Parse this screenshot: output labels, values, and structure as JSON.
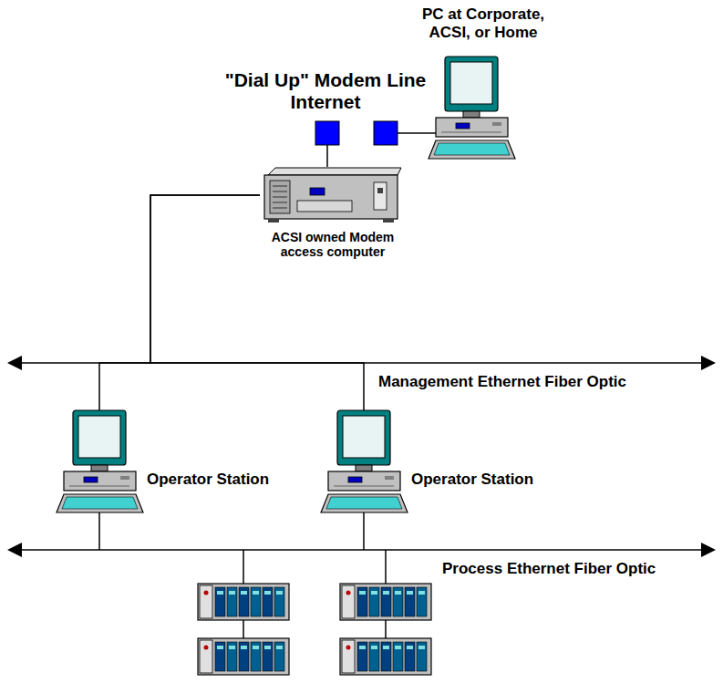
{
  "diagram": {
    "nodes": [
      {
        "text": [
          "PC at Corporate, ACSI, or Home"
        ]
      },
      {
        "text": [
          "ACSI owned Modem access computer"
        ]
      },
      {
        "text": [
          "Operator Station"
        ]
      },
      {
        "text": [
          "Operator Station"
        ]
      }
    ],
    "edges": [
      {
        "from": 1,
        "to": 2,
        "arrow": "none"
      },
      {
        "from": 1,
        "to": 3,
        "arrow": "none"
      }
    ],
    "labels": [
      "\"Dial Up\" Modem Line Internet",
      "Management Ethernet Fiber Optic",
      "Process Ethernet Fiber Optic"
    ]
  }
}
